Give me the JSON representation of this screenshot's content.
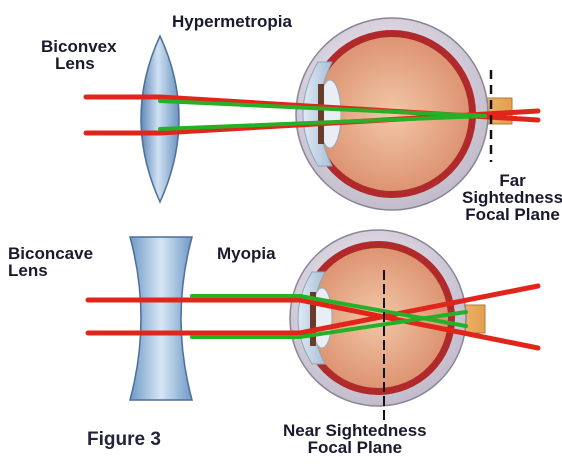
{
  "top_panel": {
    "title": "Hypermetropia",
    "lens_label": [
      "Biconvex",
      "Lens"
    ],
    "focal_label": [
      "Far",
      "Sightedness",
      "Focal Plane"
    ]
  },
  "bottom_panel": {
    "title": "Myopia",
    "lens_label": [
      "Biconcave",
      "Lens"
    ],
    "focal_label": [
      "Near Sightedness",
      "Focal Plane"
    ]
  },
  "caption": "Figure 3",
  "colors": {
    "ray_red": "#e0261a",
    "ray_green": "#27b027",
    "lens_blue": "#7ea6cf",
    "sclera": "#e6e1ea",
    "retina": "#c9373a"
  }
}
